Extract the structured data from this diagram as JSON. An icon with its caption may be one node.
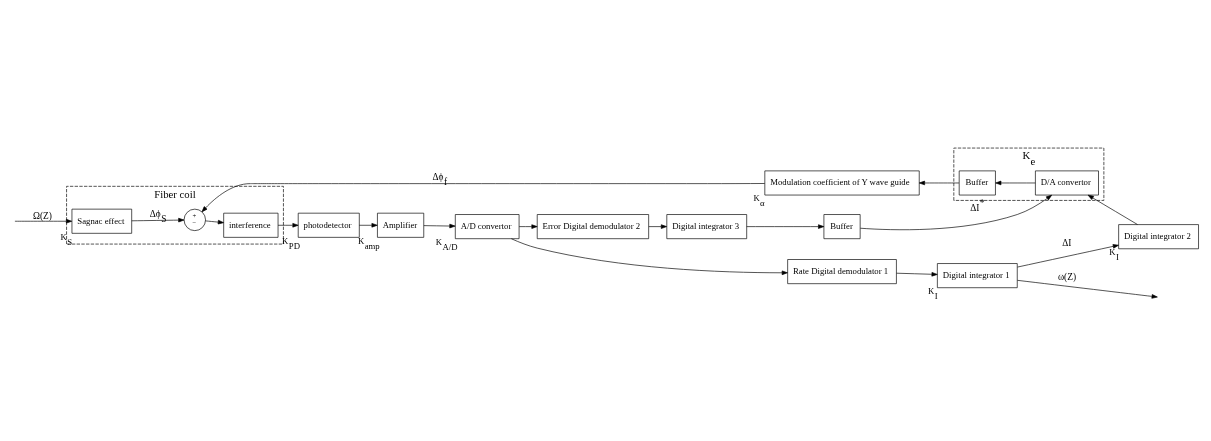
{
  "diagram": {
    "nodes": [
      {
        "text": [
          "Fiber coil"
        ]
      },
      {
        "text": [
          "Sagnac effect"
        ],
        "in": 0,
        "beside": [
          "K$_{S}$"
        ]
      },
      {
        "text": [
          "+",
          "−"
        ],
        "in": 0
      },
      {
        "text": [
          "interference"
        ],
        "in": 0
      },
      {
        "text": [
          "photodetector"
        ],
        "beside": [
          "K$_{PD}$"
        ]
      },
      {
        "text": [
          "Amplifier"
        ],
        "beside": [
          "K$_{amp}$"
        ]
      },
      {
        "text": [
          "A/D convertor"
        ],
        "beside": [
          "K$_{A/D}$"
        ]
      },
      {
        "text": [
          "Rate Digital demodulator 1"
        ]
      },
      {
        "text": [
          "Digital integrator 1"
        ],
        "beside": [
          "K$_{I}$"
        ]
      },
      {
        "text": [
          "Error Digital demodulator 2"
        ]
      },
      {
        "text": [
          "Digital integrator 3"
        ]
      },
      {
        "text": [
          "Buffer"
        ]
      },
      {
        "text": [],
        "shape": "box",
        "beside": [
          "K$_{e}$"
        ]
      },
      {
        "text": [
          "D/A convertor"
        ],
        "in": 12
      },
      {
        "text": [
          "Buffer"
        ],
        "in": 12
      },
      {
        "text": [
          "Modulation coefficient of Y wave guide"
        ],
        "beside": [
          "K$_{α}$"
        ]
      },
      {
        "text": [
          "Digital integrator 2"
        ],
        "beside": [
          "K$_{I}$"
        ]
      }
    ],
    "edges": [
      {
        "from": null,
        "to": 1,
        "arrow": "to",
        "label": "Ω(Z)"
      },
      {
        "from": 1,
        "to": 2,
        "arrow": "to",
        "label": "Δϕ$_{S}$"
      },
      {
        "from": 2,
        "to": 3,
        "arrow": "to"
      },
      {
        "from": 3,
        "to": 4,
        "arrow": "to"
      },
      {
        "from": 4,
        "to": 5,
        "arrow": "to"
      },
      {
        "from": 5,
        "to": 6,
        "arrow": "to"
      },
      {
        "from": 6,
        "to": 7,
        "arrow": "to"
      },
      {
        "from": 6,
        "to": 9,
        "arrow": "to"
      },
      {
        "from": 7,
        "to": 8,
        "arrow": "to"
      },
      {
        "from": 8,
        "to": null,
        "arrow": "to",
        "label": "ω(Z)"
      },
      {
        "from": 8,
        "to": 16,
        "arrow": "to",
        "label": "ΔI"
      },
      {
        "from": 9,
        "to": 10,
        "arrow": "to"
      },
      {
        "from": 10,
        "to": 11,
        "arrow": "to"
      },
      {
        "from": 11,
        "to": 13,
        "arrow": "to",
        "label": "ΔI$^{*}$"
      },
      {
        "from": 16,
        "to": 13,
        "arrow": "to"
      },
      {
        "from": 13,
        "to": 14,
        "arrow": "to"
      },
      {
        "from": 14,
        "to": 15,
        "arrow": "to"
      },
      {
        "from": 15,
        "to": 2,
        "arrow": "to",
        "label": "Δϕ$_{f}$"
      }
    ]
  }
}
